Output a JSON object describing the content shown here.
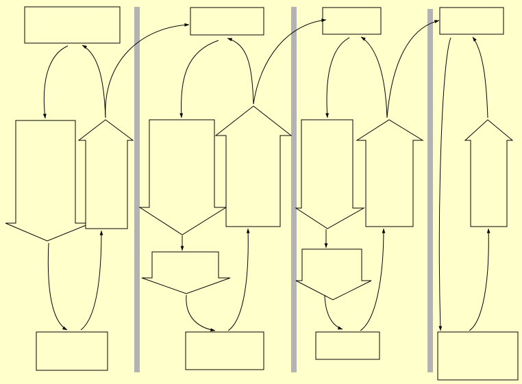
{
  "colors": {
    "background": "#ffffcc",
    "stroke": "#000000",
    "divider": "#b3b3b3"
  },
  "diagram": {
    "panels": [
      {
        "id": "panel-1"
      },
      {
        "id": "panel-2"
      },
      {
        "id": "panel-3"
      },
      {
        "id": "panel-4"
      }
    ]
  }
}
